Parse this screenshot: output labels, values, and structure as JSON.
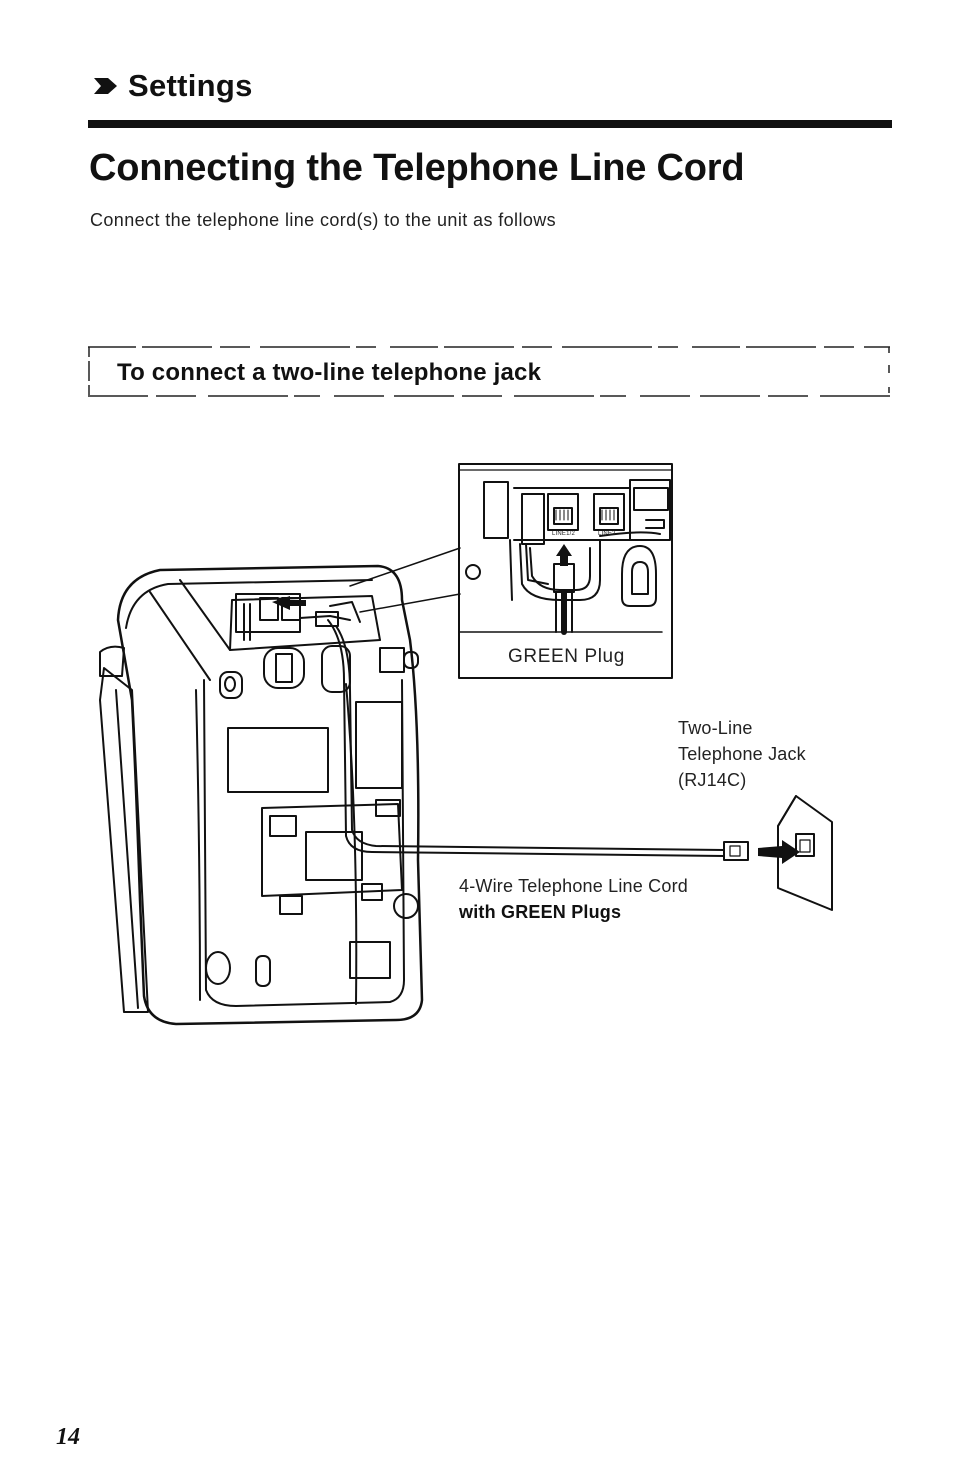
{
  "header": {
    "section_title": "Settings",
    "section_icon": "arrow-right-icon"
  },
  "page_title": "Connecting the Telephone Line Cord",
  "intro_text": "Connect the telephone line cord(s) to the unit as follows",
  "subsection": {
    "title": "To connect a two-line telephone jack"
  },
  "diagram": {
    "inset_label": "GREEN Plug",
    "jack_label_line1": "Two-Line",
    "jack_label_line2": "Telephone Jack",
    "jack_label_line3": "(RJ14C)",
    "cord_label_line1": "4-Wire Telephone Line Cord",
    "cord_label_line2": "with GREEN Plugs",
    "port_label_1": "LINE1/2",
    "port_label_2": "LINE2"
  },
  "page_number": "14"
}
